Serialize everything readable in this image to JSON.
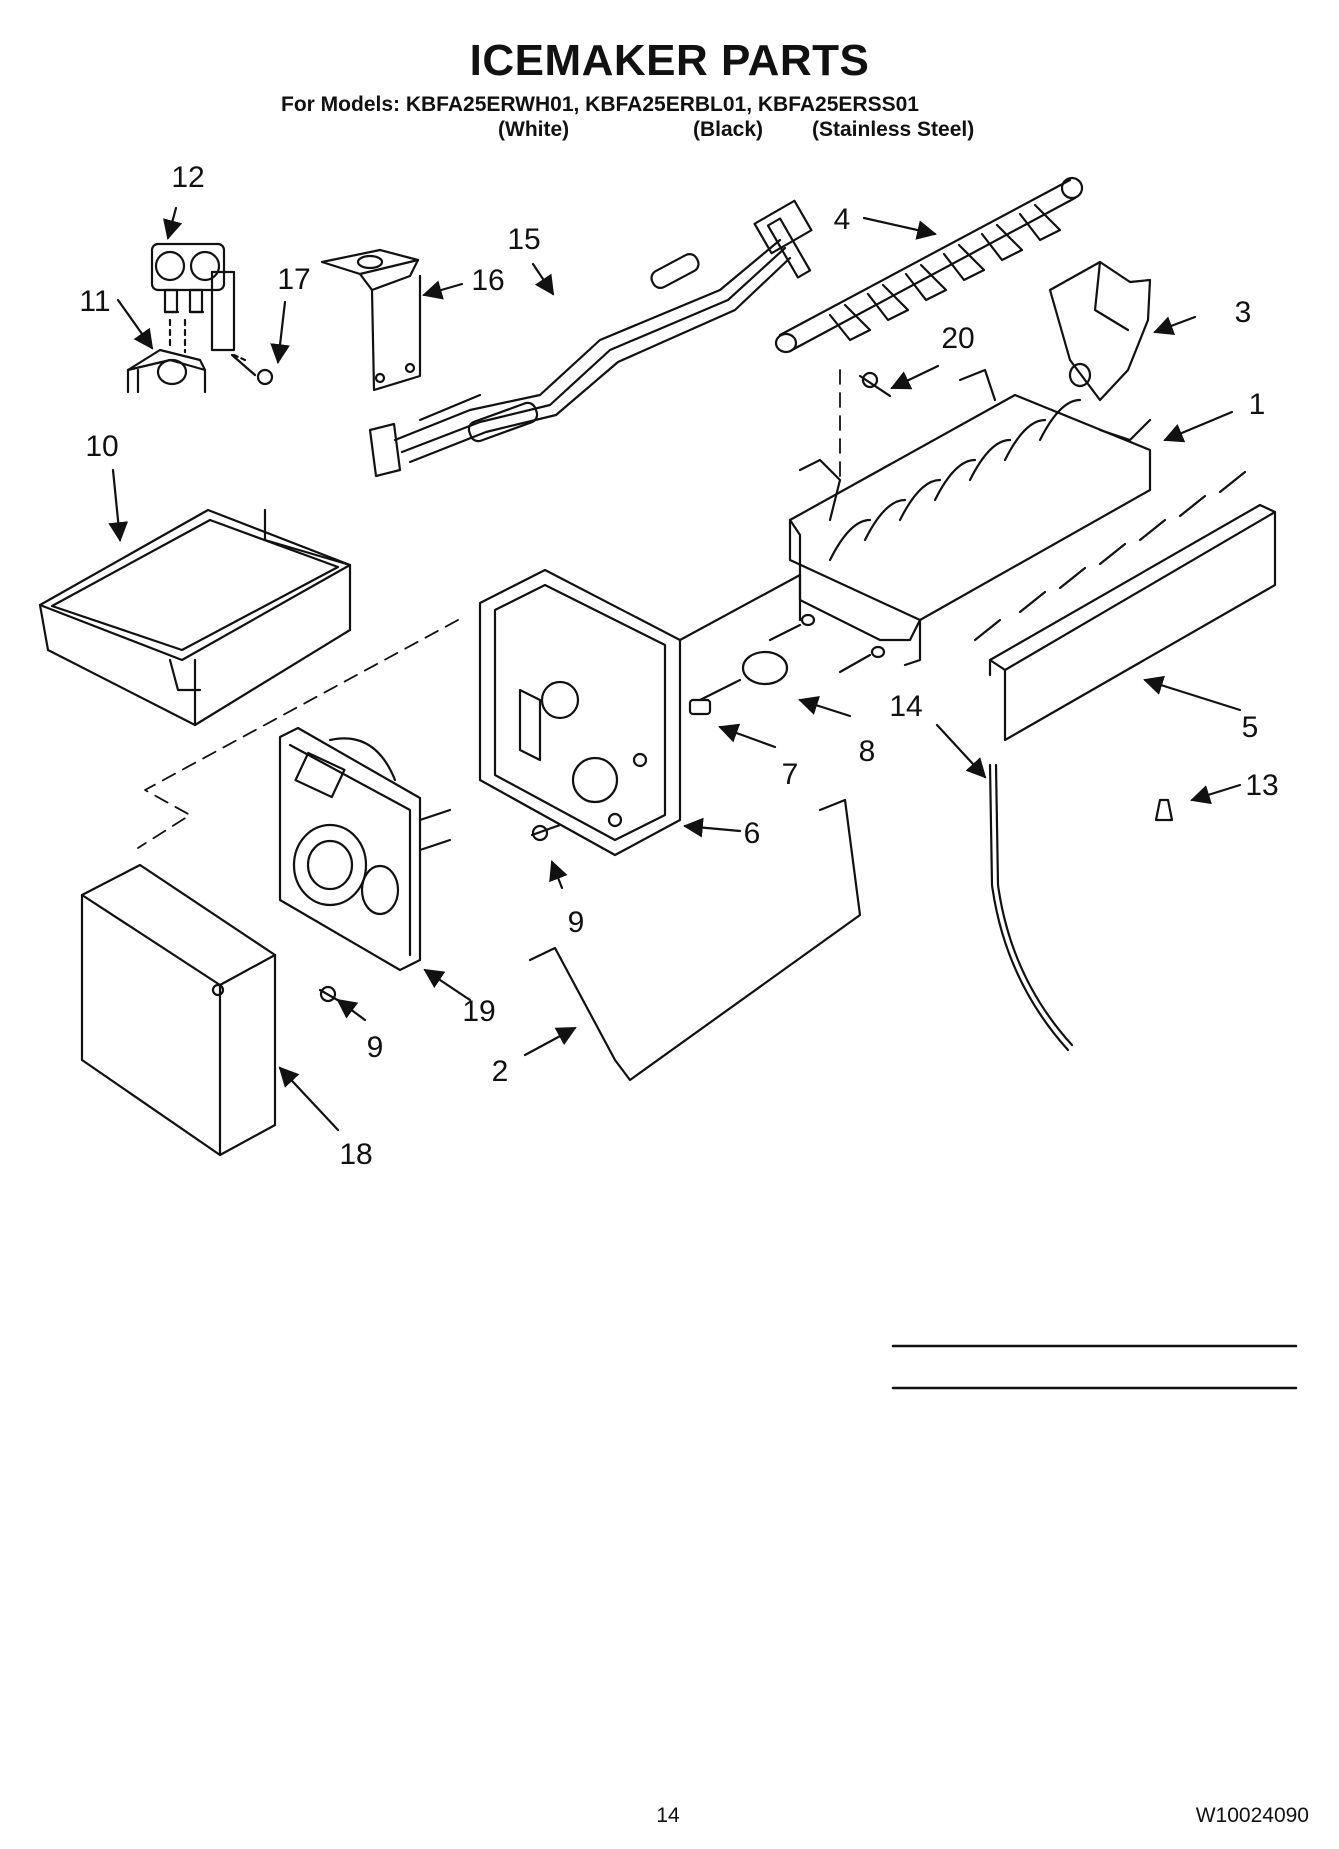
{
  "header": {
    "title": "ICEMAKER PARTS",
    "models_line": "For Models: KBFA25ERWH01, KBFA25ERBL01, KBFA25ERSS01",
    "variants": [
      "(White)",
      "(Black)",
      "(Stainless Steel)"
    ]
  },
  "callouts": [
    "1",
    "2",
    "3",
    "4",
    "5",
    "6",
    "7",
    "8",
    "9",
    "9",
    "10",
    "11",
    "12",
    "13",
    "14",
    "15",
    "16",
    "17",
    "18",
    "19",
    "20"
  ],
  "footer": {
    "page_number": "14",
    "doc_number": "W10024090"
  }
}
